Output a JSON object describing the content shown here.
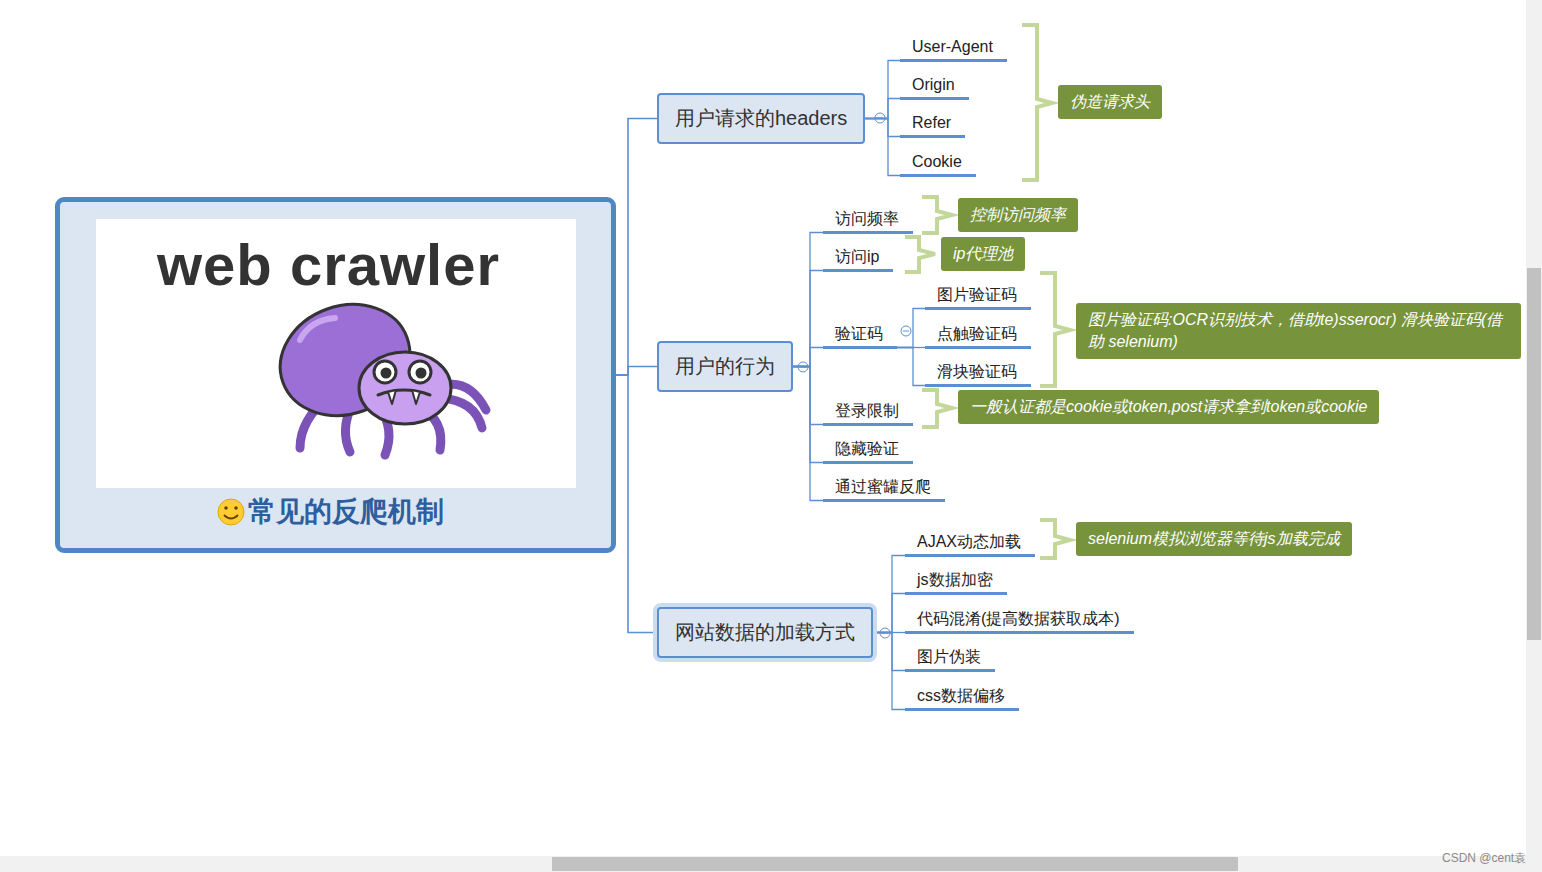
{
  "diagram": {
    "nodes": [
      {
        "text": [
          "web crawler",
          "常见的反爬机制"
        ]
      },
      {
        "text": [
          "用户请求的headers"
        ]
      },
      {
        "text": [
          "User-Agent"
        ]
      },
      {
        "text": [
          "Origin"
        ]
      },
      {
        "text": [
          "Refer"
        ]
      },
      {
        "text": [
          "Cookie"
        ]
      },
      {
        "text": [
          "伪造请求头"
        ]
      },
      {
        "text": [
          "用户的行为"
        ]
      },
      {
        "text": [
          "访问频率"
        ]
      },
      {
        "text": [
          "控制访问频率"
        ]
      },
      {
        "text": [
          "访问ip"
        ]
      },
      {
        "text": [
          "ip代理池"
        ]
      },
      {
        "text": [
          "验证码"
        ]
      },
      {
        "text": [
          "图片验证码"
        ]
      },
      {
        "text": [
          "点触验证码"
        ]
      },
      {
        "text": [
          "滑块验证码"
        ]
      },
      {
        "text": [
          "图片验证码:OCR识别技术，借助te)sserocr) 滑块验证码(借助 selenium)"
        ]
      },
      {
        "text": [
          "登录限制"
        ]
      },
      {
        "text": [
          "一般认证都是cookie或token,post请求拿到token或cookie"
        ]
      },
      {
        "text": [
          "隐藏验证"
        ]
      },
      {
        "text": [
          "通过蜜罐反爬"
        ]
      },
      {
        "text": [
          "网站数据的加载方式"
        ]
      },
      {
        "text": [
          "AJAX动态加载"
        ]
      },
      {
        "text": [
          "selenium模拟浏览器等待js加载完成"
        ]
      },
      {
        "text": [
          "js数据加密"
        ]
      },
      {
        "text": [
          "代码混淆(提高数据获取成本)"
        ]
      },
      {
        "text": [
          "图片伪装"
        ]
      },
      {
        "text": [
          "css数据偏移"
        ]
      }
    ],
    "edges": [
      {
        "from": 0,
        "to": 1,
        "arrow": "none"
      },
      {
        "from": 0,
        "to": 7,
        "arrow": "none"
      },
      {
        "from": 0,
        "to": 21,
        "arrow": "none"
      },
      {
        "from": 1,
        "to": 2,
        "arrow": "none"
      },
      {
        "from": 1,
        "to": 3,
        "arrow": "none"
      },
      {
        "from": 1,
        "to": 4,
        "arrow": "none"
      },
      {
        "from": 1,
        "to": 5,
        "arrow": "none"
      },
      {
        "from": 7,
        "to": 8,
        "arrow": "none"
      },
      {
        "from": 7,
        "to": 10,
        "arrow": "none"
      },
      {
        "from": 7,
        "to": 12,
        "arrow": "none"
      },
      {
        "from": 7,
        "to": 17,
        "arrow": "none"
      },
      {
        "from": 7,
        "to": 19,
        "arrow": "none"
      },
      {
        "from": 7,
        "to": 20,
        "arrow": "none"
      },
      {
        "from": 12,
        "to": 13,
        "arrow": "none"
      },
      {
        "from": 12,
        "to": 14,
        "arrow": "none"
      },
      {
        "from": 12,
        "to": 15,
        "arrow": "none"
      },
      {
        "from": 21,
        "to": 22,
        "arrow": "none"
      },
      {
        "from": 21,
        "to": 24,
        "arrow": "none"
      },
      {
        "from": 21,
        "to": 25,
        "arrow": "none"
      },
      {
        "from": 21,
        "to": 26,
        "arrow": "none"
      },
      {
        "from": 21,
        "to": 27,
        "arrow": "none"
      }
    ],
    "labels": [
      "CSDN @cent袁"
    ]
  }
}
